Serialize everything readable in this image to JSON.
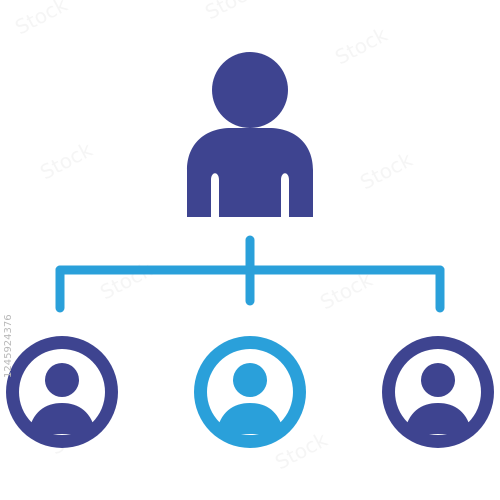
{
  "icon": {
    "name": "organization-hierarchy-icon",
    "colors": {
      "leader": "#3e4490",
      "connector": "#2aa0da",
      "member_dark": "#3e4490",
      "member_highlight": "#2aa0da",
      "inner_ring": "#ffffff",
      "background": "#ffffff"
    },
    "members": [
      {
        "name": "left-team-member-icon",
        "accent": "member_dark"
      },
      {
        "name": "center-team-member-icon",
        "accent": "member_highlight"
      },
      {
        "name": "right-team-member-icon",
        "accent": "member_dark"
      }
    ]
  },
  "stock_id": "1245924376"
}
